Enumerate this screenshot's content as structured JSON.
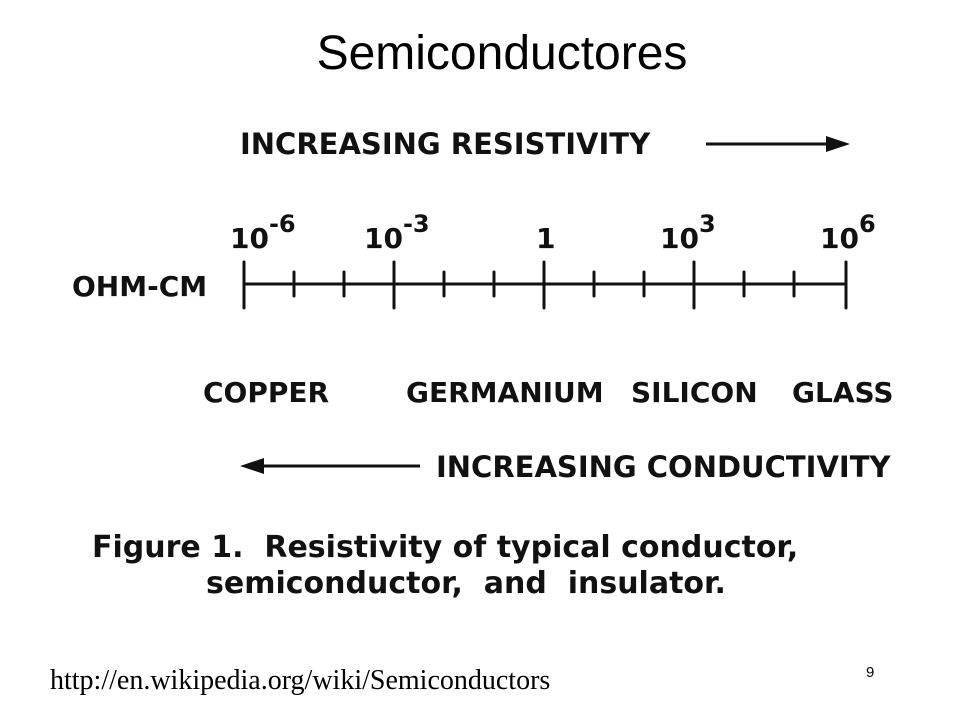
{
  "slide": {
    "title": "Semiconductores",
    "source_url": "http://en.wikipedia.org/wiki/Semiconductors",
    "page_number": "9"
  },
  "figure": {
    "increasing_resistivity": "INCREASING RESISTIVITY",
    "increasing_conductivity": "INCREASING CONDUCTIVITY",
    "unit_label": "OHM-CM",
    "scale_ticks": [
      {
        "base": "10",
        "exp": "-6"
      },
      {
        "base": "10",
        "exp": "-3"
      },
      {
        "base": "1",
        "exp": ""
      },
      {
        "base": "10",
        "exp": "3"
      },
      {
        "base": "10",
        "exp": "6"
      }
    ],
    "materials": [
      "COPPER",
      "GERMANIUM",
      "SILICON",
      "GLASS"
    ],
    "caption_line1": "Figure 1.  Resistivity of typical conductor,",
    "caption_line2": "semiconductor,  and  insulator."
  }
}
